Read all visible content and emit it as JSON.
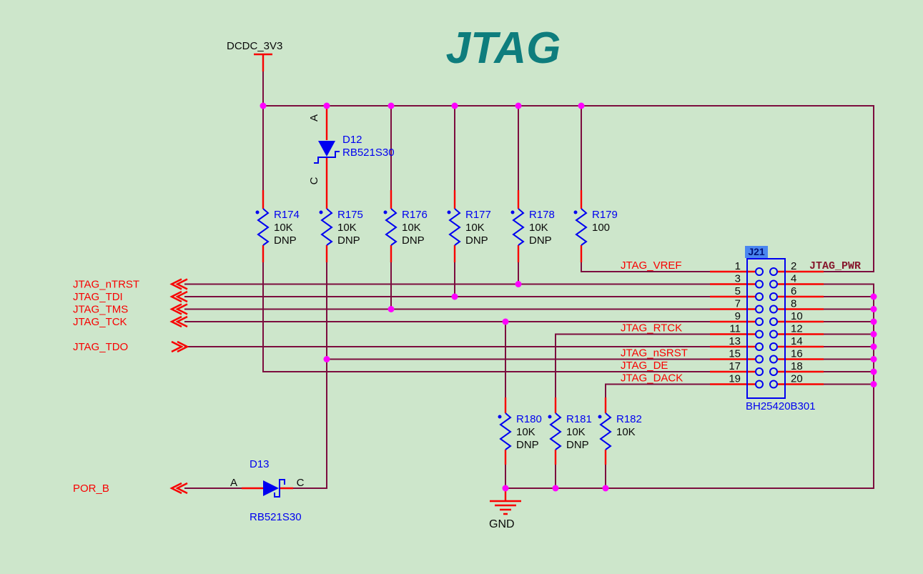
{
  "title": "JTAG",
  "colors": {
    "bg": "#cde6cb",
    "wire": "#7c0d3e",
    "red": "#f80000",
    "blue": "#0000f0",
    "magenta": "#ff00ff",
    "black": "#0a0a0a",
    "title": "#0e7d7d",
    "pwrlabel": "#86172c",
    "j21bg": "#4a86f0",
    "j21text": "#00127a"
  },
  "power_rail": {
    "net": "DCDC_3V3"
  },
  "ground": {
    "label": "GND"
  },
  "connector": {
    "ref": "J21",
    "part": "BH25420B301",
    "pins": [
      "1",
      "2",
      "3",
      "4",
      "5",
      "6",
      "7",
      "8",
      "9",
      "10",
      "11",
      "12",
      "13",
      "14",
      "15",
      "16",
      "17",
      "18",
      "19",
      "20"
    ]
  },
  "resistors": [
    {
      "ref": "R174",
      "value": "10K",
      "note": "DNP"
    },
    {
      "ref": "R175",
      "value": "10K",
      "note": "DNP"
    },
    {
      "ref": "R176",
      "value": "10K",
      "note": "DNP"
    },
    {
      "ref": "R177",
      "value": "10K",
      "note": "DNP"
    },
    {
      "ref": "R178",
      "value": "10K",
      "note": "DNP"
    },
    {
      "ref": "R179",
      "value": "100",
      "note": ""
    },
    {
      "ref": "R180",
      "value": "10K",
      "note": "DNP"
    },
    {
      "ref": "R181",
      "value": "10K",
      "note": "DNP"
    },
    {
      "ref": "R182",
      "value": "10K",
      "note": ""
    }
  ],
  "diodes": [
    {
      "ref": "D12",
      "part": "RB521S30",
      "anode": "A",
      "cathode": "C"
    },
    {
      "ref": "D13",
      "part": "RB521S30",
      "anode": "A",
      "cathode": "C"
    }
  ],
  "ports": [
    {
      "label": "JTAG_nTRST"
    },
    {
      "label": "JTAG_TDI"
    },
    {
      "label": "JTAG_TMS"
    },
    {
      "label": "JTAG_TCK"
    },
    {
      "label": "JTAG_TDO"
    },
    {
      "label": "POR_B"
    }
  ],
  "net_labels": [
    {
      "label": "JTAG_VREF"
    },
    {
      "label": "JTAG_PWR"
    },
    {
      "label": "JTAG_RTCK"
    },
    {
      "label": "JTAG_nSRST"
    },
    {
      "label": "JTAG_DE"
    },
    {
      "label": "JTAG_DACK"
    }
  ]
}
